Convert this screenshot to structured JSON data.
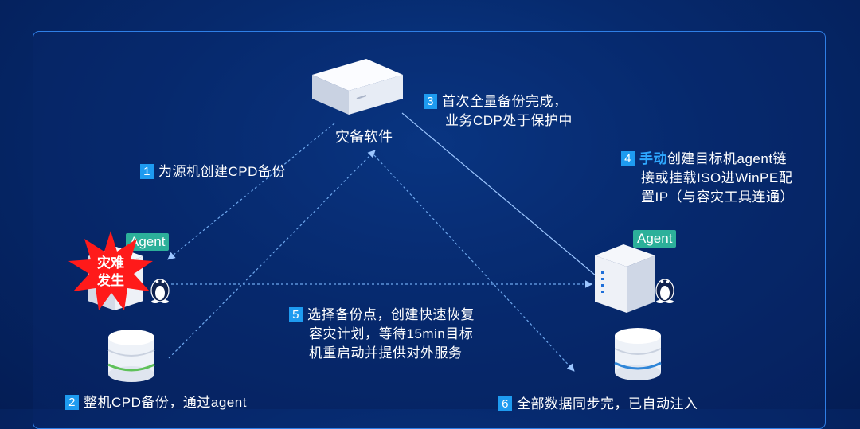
{
  "center": {
    "label": "灾备软件"
  },
  "steps": [
    {
      "num": "1",
      "text": "为源机创建CPD备份"
    },
    {
      "num": "2",
      "text": "整机CPD备份，通过agent"
    },
    {
      "num": "3",
      "lines": [
        "首次全量备份完成，",
        "业务CDP处于保护中"
      ]
    },
    {
      "num": "4",
      "highlight": "手动",
      "lines": [
        "创建目标机agent链",
        "接或挂载ISO进WinPE配",
        "置IP（与容灾工具连通）"
      ]
    },
    {
      "num": "5",
      "lines": [
        "选择备份点，创建快速恢复",
        "容灾计划，等待15min目标",
        "机重启动并提供对外服务"
      ]
    },
    {
      "num": "6",
      "text": "全部数据同步完，已自动注入"
    }
  ],
  "left_agent": {
    "tag": "Agent",
    "burst": [
      "灾难",
      "发生"
    ]
  },
  "right_agent": {
    "tag": "Agent"
  },
  "colors": {
    "accent": "#1e9bf0",
    "agent": "#2cb09a",
    "frame": "#2f7fe6",
    "burst": "#ff1a1a"
  }
}
